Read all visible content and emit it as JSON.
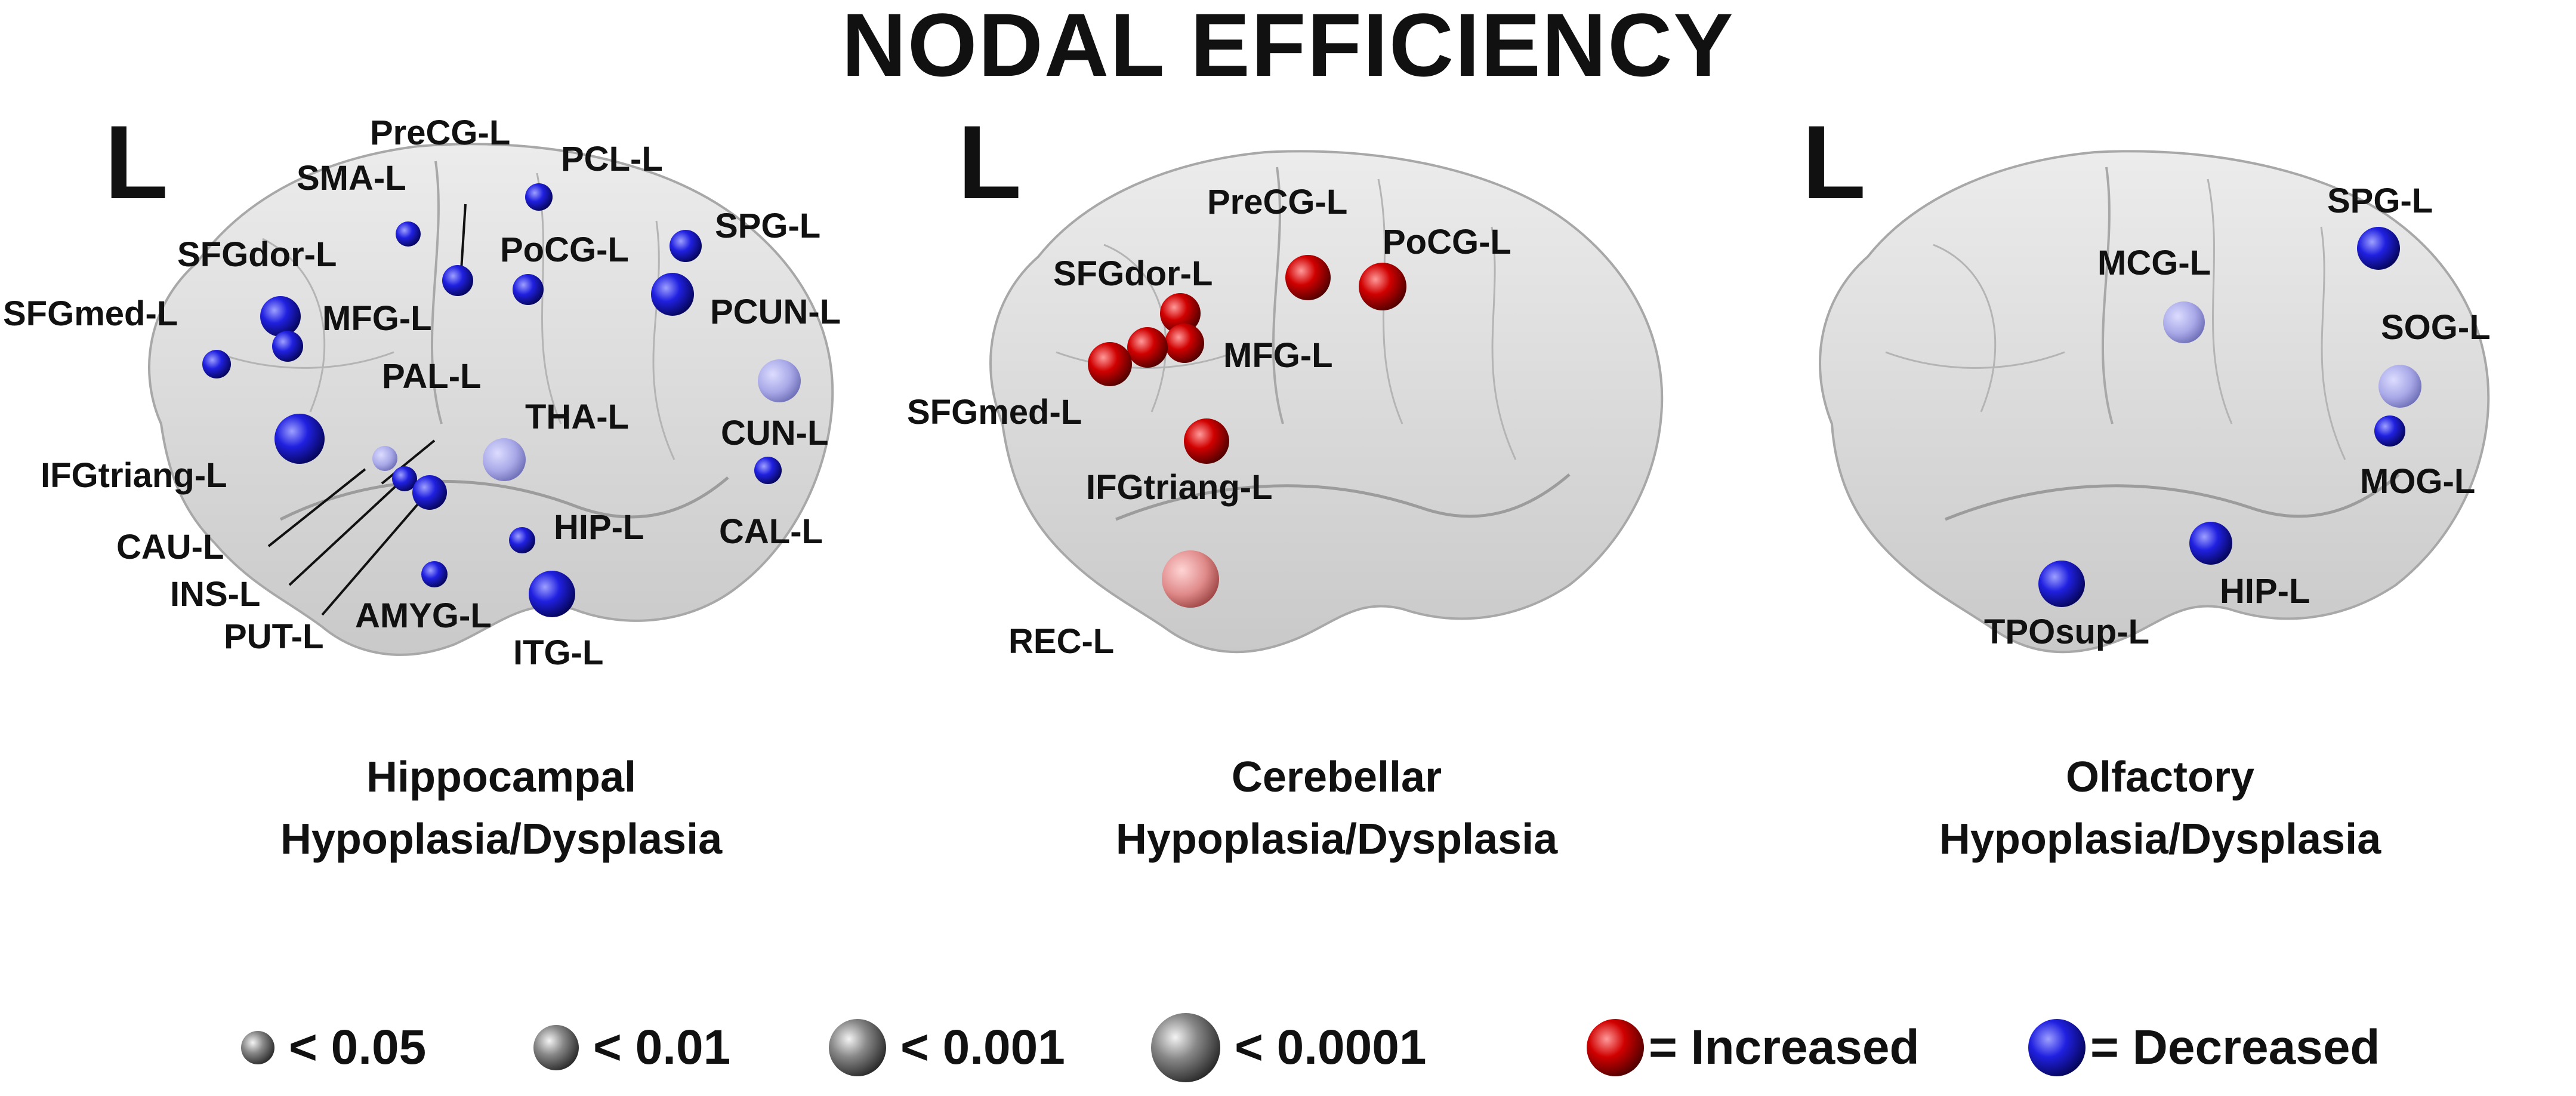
{
  "title": "NODAL EFFICIENCY",
  "colors": {
    "increased": "#cc0000",
    "decreased": "#1a1ae6",
    "brain": "#d8d8d8"
  },
  "panels": [
    {
      "hemisphere": "L",
      "caption_line1": "Hippocampal",
      "caption_line2": "Hypoplasia/Dysplasia",
      "labels": {
        "PreCG": "PreCG-L",
        "SMA": "SMA-L",
        "PCL": "PCL-L",
        "SFGdor": "SFGdor-L",
        "SPG": "SPG-L",
        "PoCG": "PoCG-L",
        "SFGmed": "SFGmed-L",
        "MFG": "MFG-L",
        "PCUN": "PCUN-L",
        "PAL": "PAL-L",
        "THA": "THA-L",
        "CUN": "CUN-L",
        "IFGtriang": "IFGtriang-L",
        "CAU": "CAU-L",
        "HIP": "HIP-L",
        "CAL": "CAL-L",
        "INS": "INS-L",
        "AMYG": "AMYG-L",
        "PUT": "PUT-L",
        "ITG": "ITG-L"
      }
    },
    {
      "hemisphere": "L",
      "caption_line1": "Cerebellar",
      "caption_line2": "Hypoplasia/Dysplasia",
      "labels": {
        "PreCG": "PreCG-L",
        "PoCG": "PoCG-L",
        "SFGdor": "SFGdor-L",
        "MFG": "MFG-L",
        "SFGmed": "SFGmed-L",
        "IFGtriang": "IFGtriang-L",
        "REC": "REC-L"
      }
    },
    {
      "hemisphere": "L",
      "caption_line1": "Olfactory",
      "caption_line2": "Hypoplasia/Dysplasia",
      "labels": {
        "SPG": "SPG-L",
        "MCG": "MCG-L",
        "SOG": "SOG-L",
        "MOG": "MOG-L",
        "HIP": "HIP-L",
        "TPOsup": "TPOsup-L"
      }
    }
  ],
  "legend": {
    "p005": "< 0.05",
    "p001": "< 0.01",
    "p0001": "< 0.001",
    "p00001": "< 0.0001",
    "increased": "= Increased",
    "decreased": "= Decreased"
  }
}
